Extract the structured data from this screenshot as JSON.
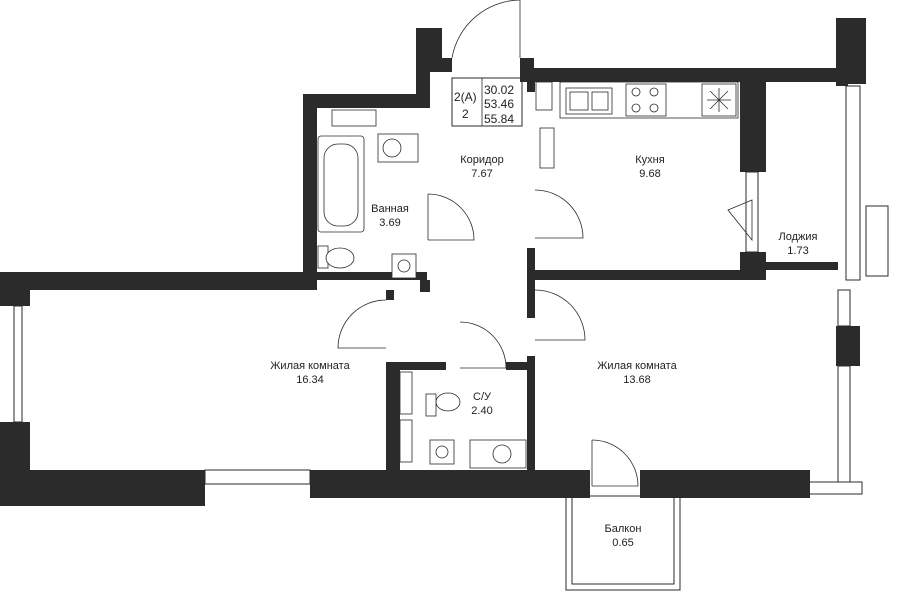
{
  "apartment": {
    "type_code": "2(A)",
    "rooms_count": "2",
    "area_living": "30.02",
    "area_total": "53.46",
    "area_with_balcony": "55.84"
  },
  "rooms": {
    "corridor": {
      "name": "Коридор",
      "area": "7.67"
    },
    "kitchen": {
      "name": "Кухня",
      "area": "9.68"
    },
    "bathroom": {
      "name": "Ванная",
      "area": "3.69"
    },
    "loggia": {
      "name": "Лоджия",
      "area": "1.73"
    },
    "living_left": {
      "name": "Жилая комната",
      "area": "16.34"
    },
    "living_right": {
      "name": "Жилая комната",
      "area": "13.68"
    },
    "wc": {
      "name": "С/У",
      "area": "2.40"
    },
    "balcony": {
      "name": "Балкон",
      "area": "0.65"
    }
  },
  "colors": {
    "wall": "#2b2b2b",
    "background": "#ffffff"
  },
  "icons": [
    "bathtub-icon",
    "sink-icon",
    "toilet-icon",
    "stove-icon",
    "kitchen-sink-icon",
    "fan-icon",
    "shower-drain-icon"
  ]
}
